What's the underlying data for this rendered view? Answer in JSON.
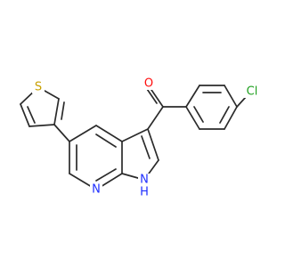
{
  "molecule": {
    "atoms": {
      "oxygen": {
        "label": "O",
        "color": "#ff0d0d"
      },
      "chlorine": {
        "label": "Cl",
        "color": "#1fa01f"
      },
      "sulfur": {
        "label": "S",
        "color": "#c8a000"
      },
      "pyridine_nitrogen": {
        "label": "N",
        "color": "#1f2fff"
      },
      "pyrrole_nh": {
        "label": "H",
        "color": "#1f2fff"
      },
      "pyrrole_nitrogen": {
        "label": "N",
        "color": "#1f2fff"
      }
    }
  }
}
